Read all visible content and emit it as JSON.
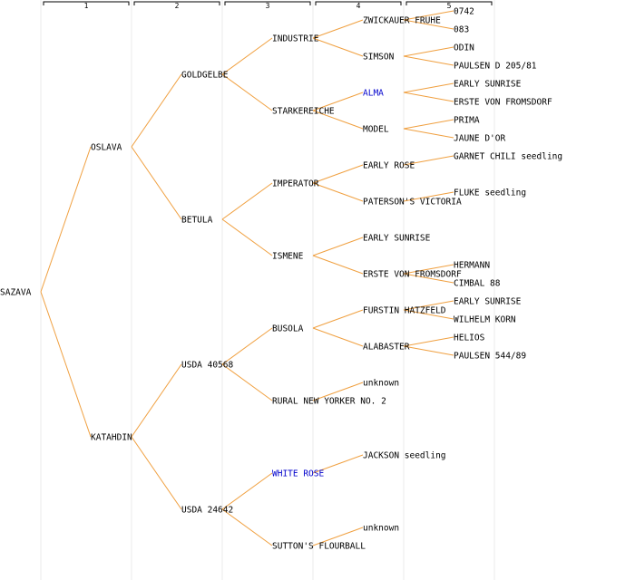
{
  "generations": [
    "1",
    "2",
    "3",
    "4",
    "5"
  ],
  "colors": {
    "edge": "#f0a040",
    "highlight": "#0000cc",
    "text": "#000000"
  },
  "root": {
    "name": "SAZAVA",
    "children": [
      {
        "name": "OSLAVA",
        "children": [
          {
            "name": "GOLDGELBE",
            "children": [
              {
                "name": "INDUSTRIE",
                "children": [
                  {
                    "name": "ZWICKAUER FRUHE",
                    "children": [
                      {
                        "name": "0742"
                      },
                      {
                        "name": "083"
                      }
                    ]
                  },
                  {
                    "name": "SIMSON",
                    "children": [
                      {
                        "name": "ODIN"
                      },
                      {
                        "name": "PAULSEN D 205/81"
                      }
                    ]
                  }
                ]
              },
              {
                "name": "STARKEREICHE",
                "children": [
                  {
                    "name": "ALMA",
                    "highlight": true,
                    "children": [
                      {
                        "name": "EARLY SUNRISE"
                      },
                      {
                        "name": "ERSTE VON FROMSDORF"
                      }
                    ]
                  },
                  {
                    "name": "MODEL",
                    "children": [
                      {
                        "name": "PRIMA"
                      },
                      {
                        "name": "JAUNE D'OR"
                      }
                    ]
                  }
                ]
              }
            ]
          },
          {
            "name": "BETULA",
            "children": [
              {
                "name": "IMPERATOR",
                "children": [
                  {
                    "name": "EARLY ROSE",
                    "children": [
                      {
                        "name": "GARNET CHILI seedling"
                      }
                    ]
                  },
                  {
                    "name": "PATERSON'S VICTORIA",
                    "children": [
                      {
                        "name": "FLUKE seedling"
                      }
                    ]
                  }
                ]
              },
              {
                "name": "ISMENE",
                "children": [
                  {
                    "name": "EARLY SUNRISE"
                  },
                  {
                    "name": "ERSTE VON FROMSDORF",
                    "children": [
                      {
                        "name": "HERMANN"
                      },
                      {
                        "name": "CIMBAL 88"
                      }
                    ]
                  }
                ]
              }
            ]
          }
        ]
      },
      {
        "name": "KATAHDIN",
        "children": [
          {
            "name": "USDA 40568",
            "children": [
              {
                "name": "BUSOLA",
                "children": [
                  {
                    "name": "FURSTIN HATZFELD",
                    "children": [
                      {
                        "name": "EARLY SUNRISE"
                      },
                      {
                        "name": "WILHELM KORN"
                      }
                    ]
                  },
                  {
                    "name": "ALABASTER",
                    "children": [
                      {
                        "name": "HELIOS"
                      },
                      {
                        "name": "PAULSEN 544/89"
                      }
                    ]
                  }
                ]
              },
              {
                "name": "RURAL NEW YORKER NO. 2",
                "children": [
                  {
                    "name": "unknown"
                  }
                ]
              }
            ]
          },
          {
            "name": "USDA 24642",
            "children": [
              {
                "name": "WHITE ROSE",
                "highlight": true,
                "children": [
                  {
                    "name": "JACKSON seedling"
                  }
                ]
              },
              {
                "name": "SUTTON'S FLOURBALL",
                "children": [
                  {
                    "name": "unknown"
                  }
                ]
              }
            ]
          }
        ]
      }
    ]
  }
}
